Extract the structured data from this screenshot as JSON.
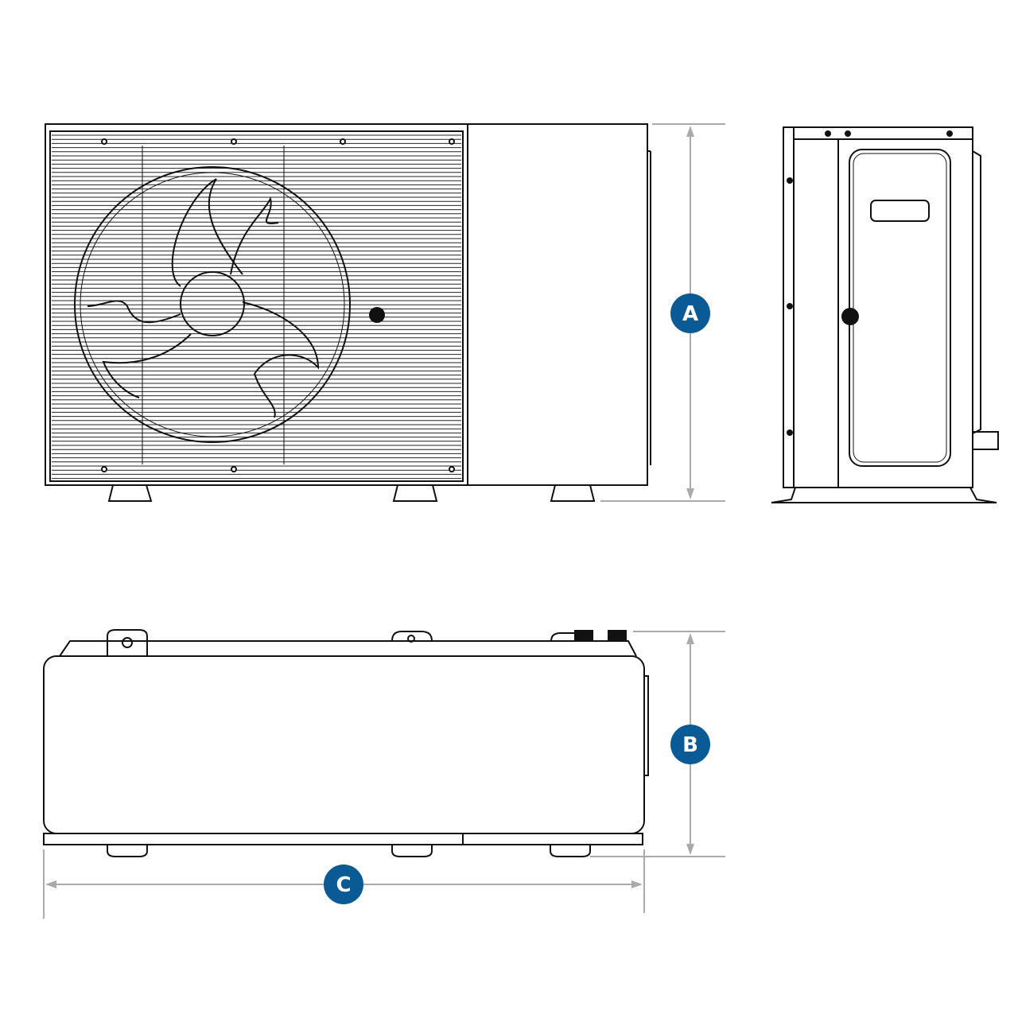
{
  "dimensions": {
    "height_label": "A",
    "depth_label": "B",
    "width_label": "C"
  },
  "colors": {
    "badge": "#0a5a96",
    "dimension_line": "#aaaaaa",
    "outline": "#111111"
  },
  "views": [
    "front-view",
    "side-view",
    "top-view"
  ]
}
